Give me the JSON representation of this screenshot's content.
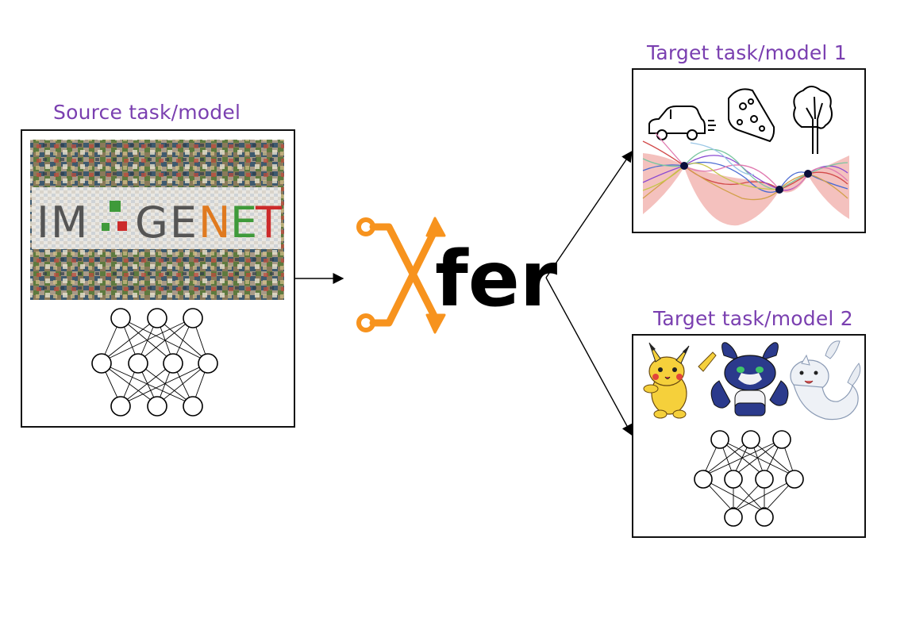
{
  "source": {
    "title": "Source task/model",
    "dataset_text": "IMAGENET",
    "dataset_letters": [
      "IM",
      "GE",
      "N",
      "E",
      "T"
    ]
  },
  "logo": {
    "text": "fer",
    "accent_color": "#f7931e"
  },
  "target1": {
    "title": "Target task/model 1",
    "icons": [
      "car-icon",
      "cheese-icon",
      "tree-icon"
    ]
  },
  "target2": {
    "title": "Target task/model 2",
    "icons": [
      "pikachu-icon",
      "meowstic-icon",
      "dewgong-icon"
    ]
  },
  "colors": {
    "label": "#7a3fb0",
    "border": "#111111",
    "band": "#f2b6b3",
    "node_fill": "#ffffff"
  }
}
